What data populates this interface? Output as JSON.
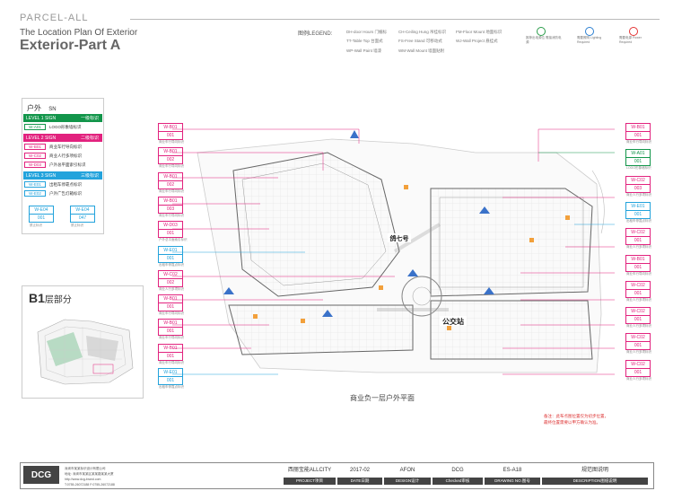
{
  "header": {
    "parcel": "PARCEL-ALL",
    "subtitle": "The Location Plan Of Exterior",
    "title": "Exterior-Part A"
  },
  "legend": {
    "title": "图例LEGEND:",
    "items": [
      "DH-door Hours 门楣标",
      "CH-Ceiling Hung 吊挂标识",
      "FM-Floor Mount 地面标识",
      "TT-Table Top 台面式",
      "FS-Free Stand 可移动式",
      "WJ-Wall Project 悬挂式",
      "WP-Wall Paint 墙漆",
      "WM-Wall Mount 墙面贴附"
    ],
    "icons": [
      {
        "label": "推荐出电源位 需接消防电源",
        "color": "#2a9d4a"
      },
      {
        "label": "需要照明 Lighting Required",
        "color": "#2b7fd1"
      },
      {
        "label": "需要电源 Power Required",
        "color": "#e33333"
      }
    ]
  },
  "outdoor": {
    "title": "户外",
    "code": "SN",
    "levels": [
      {
        "name": "LEVEL 1 SIGN",
        "cn": "一级标识",
        "color": "#12954a",
        "signs": [
          {
            "code": "W-A01",
            "label": "LOGO形象墙标识"
          }
        ]
      },
      {
        "name": "LEVEL 2 SIGN",
        "cn": "二级标识",
        "color": "#e2227e",
        "signs": [
          {
            "code": "W-B01",
            "label": "商业车行导向标识"
          },
          {
            "code": "W-C02",
            "label": "商业人行多项标识"
          },
          {
            "code": "W-D03",
            "label": "户外总平面索引标识"
          }
        ]
      },
      {
        "name": "LEVEL 3 SIGN",
        "cn": "三级标识",
        "color": "#23a3dc",
        "signs": [
          {
            "code": "W-E01",
            "label": "出租车停靠点标识"
          },
          {
            "code": "W-E02",
            "label": "户外广告灯箱标识"
          }
        ]
      }
    ],
    "extra_tags": [
      {
        "code": "W-E04",
        "num": "001",
        "caption": "禁止标识"
      },
      {
        "code": "W-E04",
        "num": "047",
        "caption": "禁止标识"
      }
    ]
  },
  "b1": {
    "title": "B1",
    "suffix": "层部分"
  },
  "left_tags": [
    {
      "code": "W-B01",
      "num": "001",
      "caption": "商业车行导向标识",
      "color": "#e2227e"
    },
    {
      "code": "W-B01",
      "num": "002",
      "caption": "商业车行导向标识",
      "color": "#e2227e"
    },
    {
      "code": "W-B01",
      "num": "002",
      "caption": "商业车行导向标识",
      "color": "#e2227e"
    },
    {
      "code": "W-B01",
      "num": "003",
      "caption": "商业车行导向标识",
      "color": "#e2227e"
    },
    {
      "code": "W-D03",
      "num": "001",
      "caption": "户外总平面索引标识",
      "color": "#e2227e"
    },
    {
      "code": "W-E01",
      "num": "001",
      "caption": "出租车停靠点标识",
      "color": "#23a3dc"
    },
    {
      "code": "W-C02",
      "num": "002",
      "caption": "商业人行多项标识",
      "color": "#e2227e"
    },
    {
      "code": "W-B01",
      "num": "001",
      "caption": "商业车行导向标识",
      "color": "#e2227e"
    },
    {
      "code": "W-B01",
      "num": "001",
      "caption": "商业车行导向标识",
      "color": "#e2227e"
    },
    {
      "code": "W-B01",
      "num": "001",
      "caption": "商业车行导向标识",
      "color": "#e2227e"
    },
    {
      "code": "W-E01",
      "num": "001",
      "caption": "出租车停靠点标识",
      "color": "#23a3dc"
    }
  ],
  "right_tags": [
    {
      "code": "W-B01",
      "num": "001",
      "caption": "商业车行导向标识",
      "color": "#e2227e"
    },
    {
      "code": "W-A01",
      "num": "001",
      "caption": "LOGO形象墙标识",
      "color": "#12954a"
    },
    {
      "code": "W-C02",
      "num": "003",
      "caption": "商业人行多项标识",
      "color": "#e2227e"
    },
    {
      "code": "W-E01",
      "num": "001",
      "caption": "出租车停靠点标识",
      "color": "#23a3dc"
    },
    {
      "code": "W-C02",
      "num": "001",
      "caption": "商业人行多项标识",
      "color": "#e2227e"
    },
    {
      "code": "W-B01",
      "num": "001",
      "caption": "商业车行导向标识",
      "color": "#e2227e"
    },
    {
      "code": "W-C02",
      "num": "001",
      "caption": "商业人行多项标识",
      "color": "#e2227e"
    },
    {
      "code": "W-C02",
      "num": "001",
      "caption": "商业人行多项标识",
      "color": "#e2227e"
    },
    {
      "code": "W-C02",
      "num": "001",
      "caption": "商业人行多项标识",
      "color": "#e2227e"
    },
    {
      "code": "W-C02",
      "num": "001",
      "caption": "商业人行多项标识",
      "color": "#e2227e"
    }
  ],
  "plan": {
    "caption": "商业负一层户外平面",
    "label_parking": "鸽七号",
    "label_bus": "公交站"
  },
  "note": {
    "lines": [
      "备注：此布点图位置仅为初步位置，",
      "最终位置需要以甲方确认为准。"
    ]
  },
  "footer": {
    "logo": "DCG",
    "company_lines": [
      "深圳市某某标识设计有限公司",
      "地址: 深圳市某某区某某路某某大厦",
      "http://www.dcg-brand.com",
      "T:0755-26072188  F:0755-26072188"
    ],
    "project": "西丽宝能ALLCITY",
    "date": "2017-02",
    "design": "AFON",
    "checked": "DCG",
    "drawing_no": "ES-A18",
    "description": "规范图说明",
    "labels": [
      "PROJECT项目",
      "DATE日期",
      "DESIGN设计",
      "Checked审核",
      "DRAWING NO.图号",
      "DESCRIPTION图纸说明"
    ]
  }
}
